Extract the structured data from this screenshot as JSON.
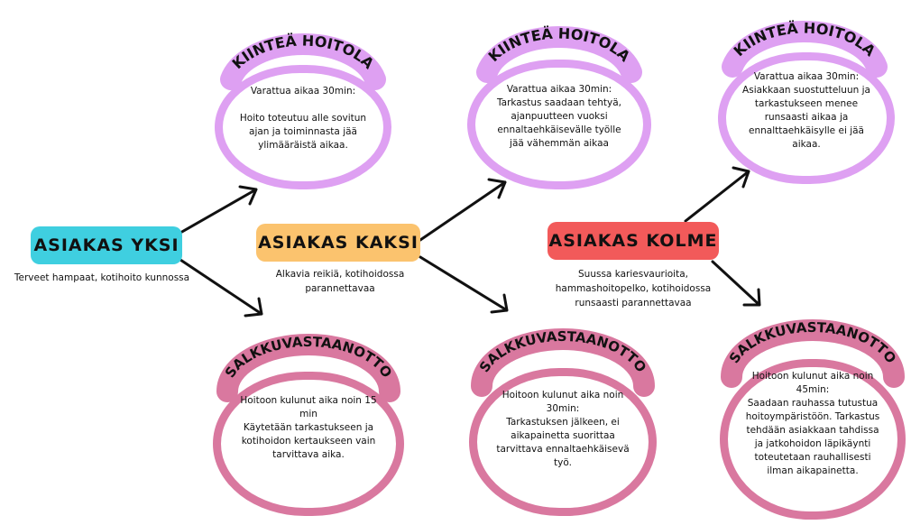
{
  "colors": {
    "kiintea": "#dea0f2",
    "salkku": "#d9789f",
    "yksi": "#3fcfe0",
    "kaksi": "#fbc36e",
    "kolme": "#f25a5a"
  },
  "clients": [
    {
      "label": "ASIAKAS YKSI",
      "desc": "Terveet hampaat, kotihoito kunnossa"
    },
    {
      "label": "ASIAKAS KAKSI",
      "desc": "Alkavia reikiä, kotihoidossa\nparannettavaa"
    },
    {
      "label": "ASIAKAS KOLME",
      "desc": "Suussa kariesvaurioita,\nhammashoitopelko, kotihoidossa\nrunsaasti parannettavaa"
    }
  ],
  "kiintea": [
    {
      "title": "KIINTEÄ HOITOLA",
      "text": "Varattua aikaa 30min:\n\nHoito toteutuu alle sovitun\najan ja toiminnasta jää\nylimääräistä aikaa."
    },
    {
      "title": "KIINTEÄ HOITOLA",
      "text": "Varattua aikaa 30min:\nTarkastus saadaan tehtyä,\najanpuutteen vuoksi\nennaltaehkäisevälle työlle\njää vähemmän aikaa"
    },
    {
      "title": "KIINTEÄ HOITOLA",
      "text": "Varattua aikaa 30min:\nAsiakkaan suostutteluun ja\ntarkastukseen menee\nrunsaasti aikaa ja\nennalttaehkäisylle ei jää\naikaa."
    }
  ],
  "salkku": [
    {
      "title": "SALKKUVASTAANOTTO",
      "text": "Hoitoon kulunut aika noin 15\nmin\nKäytetään tarkastukseen ja\nkotihoidon kertaukseen vain\ntarvittava aika."
    },
    {
      "title": "SALKKUVASTAANOTTO",
      "text": "Hoitoon kulunut aika noin\n30min:\nTarkastuksen jälkeen, ei\naikapainetta suorittaa\ntarvittava ennaltaehkäisevä\ntyö."
    },
    {
      "title": "SALKKUVASTAANOTTO",
      "text": "Hoitoon kulunut aika noin\n45min:\nSaadaan rauhassa tutustua\nhoitoympäristöön. Tarkastus\ntehdään asiakkaan tahdissa\nja jatkohoidon läpikäynti\ntoteutetaan rauhallisesti\nilman aikapainetta."
    }
  ]
}
